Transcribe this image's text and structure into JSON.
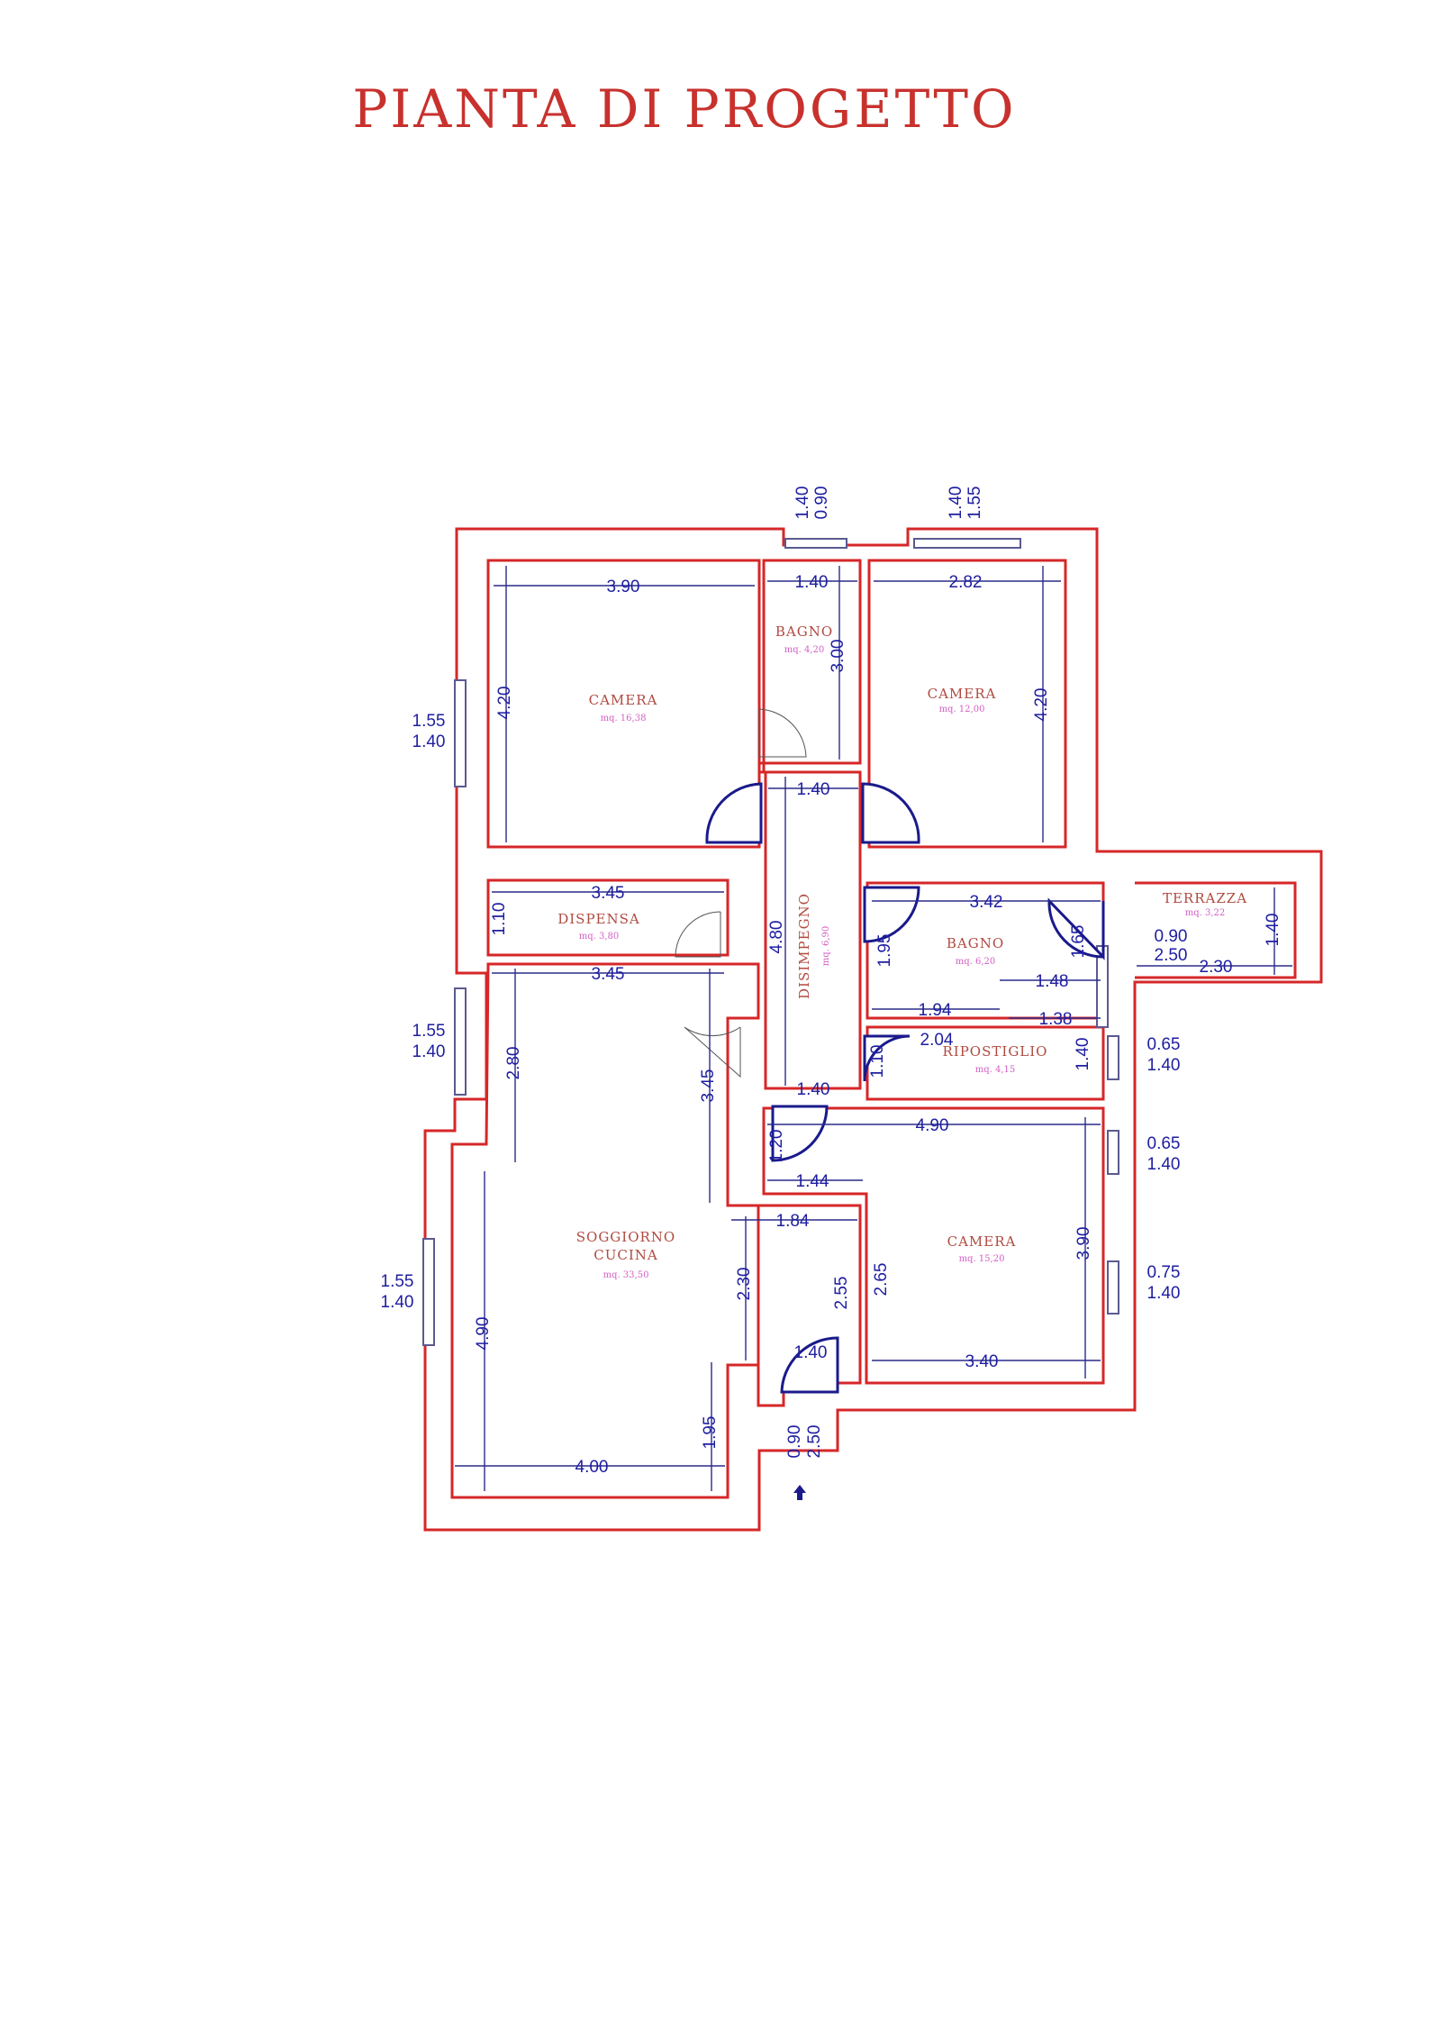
{
  "title": "PIANTA DI PROGETTO",
  "colors": {
    "wall": "#d62728",
    "dimension": "#1e1ea0",
    "room_name": "#b04a40",
    "room_area": "#d35fc4",
    "door": "#1a1a8c"
  },
  "rooms": {
    "camera1": {
      "name": "CAMERA",
      "area": "mq. 16,38"
    },
    "bagno1": {
      "name": "BAGNO",
      "area": "mq. 4,20"
    },
    "camera2": {
      "name": "CAMERA",
      "area": "mq. 12,00"
    },
    "dispensa": {
      "name": "DISPENSA",
      "area": "mq. 3,80"
    },
    "disimpegno": {
      "name": "DISIMPEGNO",
      "area": "mq. 6,90"
    },
    "bagno2": {
      "name": "BAGNO",
      "area": "mq. 6,20"
    },
    "terrazza": {
      "name": "TERRAZZA",
      "area": "mq. 3,22"
    },
    "ripostiglio": {
      "name": "RIPOSTIGLIO",
      "area": "mq. 4,15"
    },
    "soggiorno": {
      "name": "SOGGIORNO",
      "name2": "CUCINA",
      "area": "mq. 33,50"
    },
    "camera3": {
      "name": "CAMERA",
      "area": "mq. 15,20"
    }
  },
  "dims": {
    "c1_w": "3.90",
    "c1_h": "4.20",
    "b1_w": "1.40",
    "b1_h": "3.00",
    "c2_w": "2.82",
    "c2_h": "4.20",
    "dis_top": "1.40",
    "dis_h": "4.80",
    "dis_bot": "1.40",
    "disp_w": "3.45",
    "disp_h": "1.10",
    "sog_top": "3.45",
    "sog_h1": "2.80",
    "sog_h2": "3.45",
    "sog_h3": "4.90",
    "sog_w": "4.00",
    "sog_h4": "1.95",
    "sog_h5": "2.30",
    "sog_w2": "1.84",
    "b2_w": "3.42",
    "b2_h": "1.95",
    "b2_h2": "1.65",
    "b2_w2": "1.94",
    "b2_w3": "1.48",
    "terr_w": "2.30",
    "terr_h": "1.40",
    "rip_w": "1.38",
    "rip_w2": "2.04",
    "rip_h": "1.10",
    "rip_h2": "1.40",
    "c3_w": "4.90",
    "c3_h": "3.90",
    "c3_h2": "2.65",
    "c3_w2": "3.40",
    "c3_h3": "2.55",
    "corr_h": "1.20",
    "corr_w": "1.44",
    "entry_w": "1.40"
  },
  "windows": {
    "w_top1_a": "0.90",
    "w_top1_b": "1.40",
    "w_top2_a": "1.55",
    "w_top2_b": "1.40",
    "w_left1_a": "1.55",
    "w_left1_b": "1.40",
    "w_left2_a": "1.55",
    "w_left2_b": "1.40",
    "w_left3_a": "1.55",
    "w_left3_b": "1.40",
    "w_right_terr_a": "0.90",
    "w_right_terr_b": "2.50",
    "w_right_rip_a": "0.65",
    "w_right_rip_b": "1.40",
    "w_right_c3a_a": "0.65",
    "w_right_c3a_b": "1.40",
    "w_right_c3b_a": "0.75",
    "w_right_c3b_b": "1.40",
    "entry_a": "0.90",
    "entry_b": "2.50"
  }
}
